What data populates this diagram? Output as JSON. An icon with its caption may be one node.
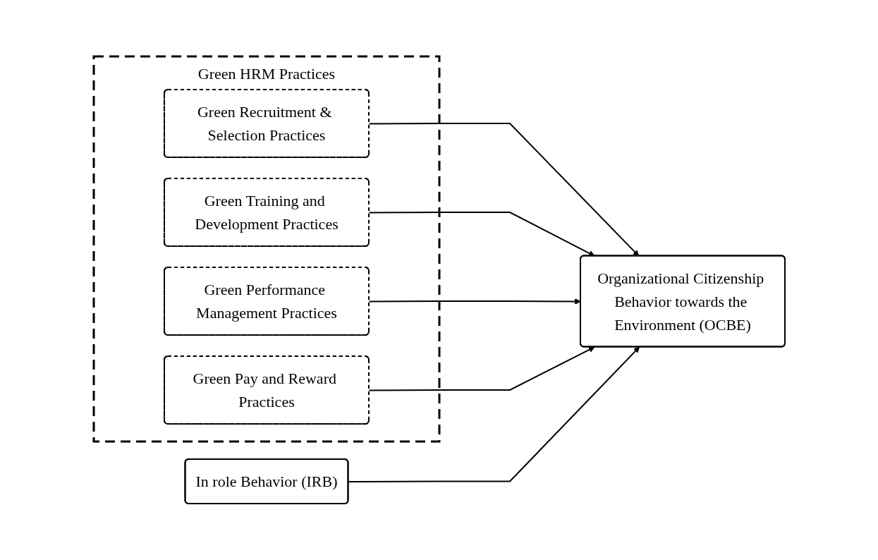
{
  "diagram": {
    "nodes": [
      {
        "text": [
          "Green HRM Practices"
        ]
      },
      {
        "text": [
          "Green Recruitment & Selection Practices"
        ],
        "in": 0
      },
      {
        "text": [
          "Green Training and Development Practices"
        ],
        "in": 0
      },
      {
        "text": [
          "Green Performance Management Practices"
        ],
        "in": 0
      },
      {
        "text": [
          "Green Pay and Reward Practices"
        ],
        "in": 0
      },
      {
        "text": [
          "In role Behavior (IRB)"
        ]
      },
      {
        "text": [
          "Organizational Citizenship Behavior towards the Environment (OCBE)"
        ]
      }
    ],
    "edges": [
      {
        "from": 1,
        "to": 6,
        "arrow": "to"
      },
      {
        "from": 2,
        "to": 6,
        "arrow": "to"
      },
      {
        "from": 3,
        "to": 6,
        "arrow": "to"
      },
      {
        "from": 4,
        "to": 6,
        "arrow": "to"
      },
      {
        "from": 5,
        "to": 6,
        "arrow": "to"
      }
    ]
  }
}
